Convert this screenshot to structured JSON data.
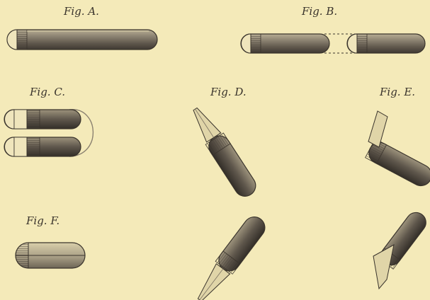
{
  "figures": [
    {
      "id": "A",
      "label": "Fig. A."
    },
    {
      "id": "B",
      "label": "Fig. B."
    },
    {
      "id": "C",
      "label": "Fig. C."
    },
    {
      "id": "D",
      "label": "Fig. D."
    },
    {
      "id": "E",
      "label": "Fig. E."
    },
    {
      "id": "F",
      "label": "Fig. F."
    }
  ],
  "colors": {
    "paper": "#f4eab9",
    "ink": "#3a342c",
    "shade": "#6f665a",
    "light": "#e8ddb0"
  }
}
